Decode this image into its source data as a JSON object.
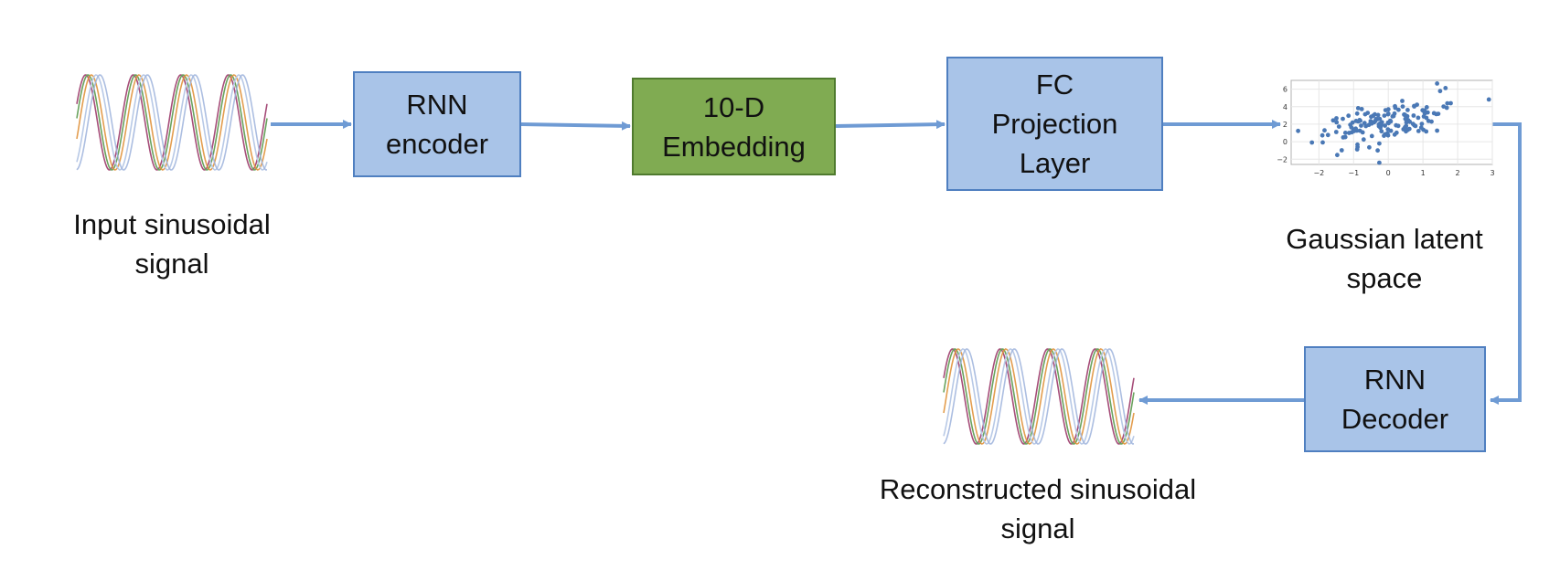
{
  "nodes": {
    "rnn_encoder": {
      "lines": [
        "RNN",
        "encoder"
      ]
    },
    "embedding": {
      "lines": [
        "10-D",
        "Embedding"
      ]
    },
    "fc_projection": {
      "lines": [
        "FC",
        "Projection",
        "Layer"
      ]
    },
    "rnn_decoder": {
      "lines": [
        "RNN",
        "Decoder"
      ]
    }
  },
  "captions": {
    "input_signal": {
      "lines": [
        "Input sinusoidal",
        "signal"
      ]
    },
    "latent_space": {
      "lines": [
        "Gaussian latent",
        "space"
      ]
    },
    "reconstructed_signal": {
      "lines": [
        "Reconstructed sinusoidal",
        "signal"
      ]
    }
  },
  "latent_plot": {
    "x_ticks": [
      "−2",
      "−1",
      "0",
      "1",
      "2",
      "3"
    ],
    "y_ticks": [
      "6",
      "4",
      "2",
      "0",
      "−2"
    ],
    "xlim": [
      -2.8,
      3
    ],
    "ylim": [
      -2.6,
      7
    ],
    "point_color": "#4a78b5"
  },
  "colors": {
    "arrow": "#6f9bd4",
    "box_fill": "#a9c4e8",
    "box_border": "#4f7fc0",
    "embedding_fill": "#80ab52",
    "embedding_border": "#4f7a2e",
    "wave_colors": [
      "#a64d79",
      "#6aa35e",
      "#e0923c",
      "#b8c9e6",
      "#9db3dc"
    ]
  }
}
